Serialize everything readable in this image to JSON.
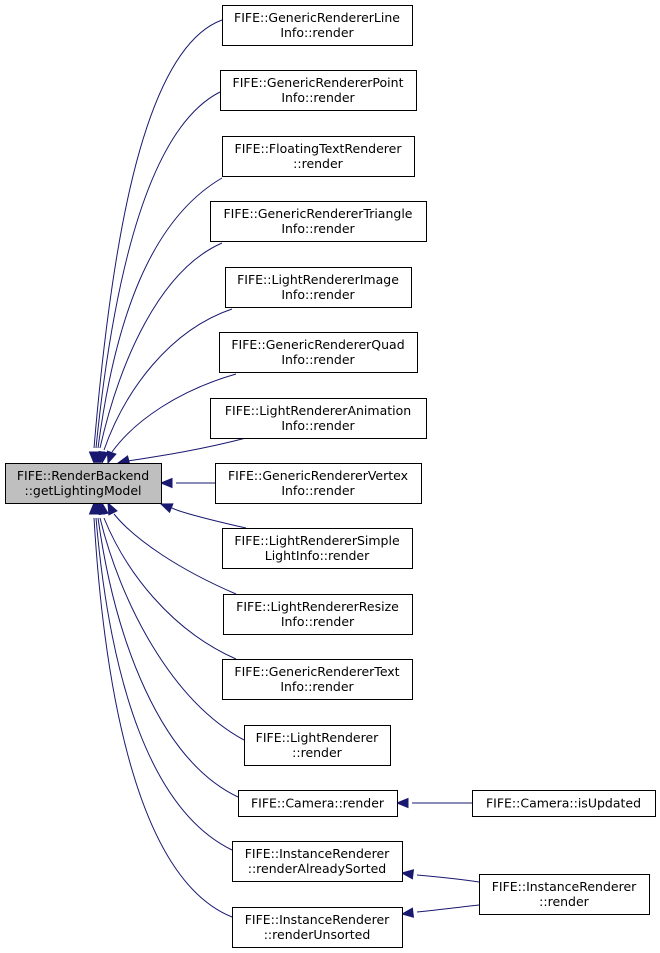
{
  "graph": {
    "nodes": [
      {
        "id": "root",
        "lines": [
          "FIFE::RenderBackend",
          "::getLightingModel"
        ],
        "root": true
      },
      {
        "id": "n1",
        "lines": [
          "FIFE::GenericRendererLine",
          "Info::render"
        ]
      },
      {
        "id": "n2",
        "lines": [
          "FIFE::GenericRendererPoint",
          "Info::render"
        ]
      },
      {
        "id": "n3",
        "lines": [
          "FIFE::FloatingTextRenderer",
          "::render"
        ]
      },
      {
        "id": "n4",
        "lines": [
          "FIFE::GenericRendererTriangle",
          "Info::render"
        ]
      },
      {
        "id": "n5",
        "lines": [
          "FIFE::LightRendererImage",
          "Info::render"
        ]
      },
      {
        "id": "n6",
        "lines": [
          "FIFE::GenericRendererQuad",
          "Info::render"
        ]
      },
      {
        "id": "n7",
        "lines": [
          "FIFE::LightRendererAnimation",
          "Info::render"
        ]
      },
      {
        "id": "n8",
        "lines": [
          "FIFE::GenericRendererVertex",
          "Info::render"
        ]
      },
      {
        "id": "n9",
        "lines": [
          "FIFE::LightRendererSimple",
          "LightInfo::render"
        ]
      },
      {
        "id": "n10",
        "lines": [
          "FIFE::LightRendererResize",
          "Info::render"
        ]
      },
      {
        "id": "n11",
        "lines": [
          "FIFE::GenericRendererText",
          "Info::render"
        ]
      },
      {
        "id": "n12",
        "lines": [
          "FIFE::LightRenderer",
          "::render"
        ]
      },
      {
        "id": "n13",
        "lines": [
          "FIFE::Camera::render"
        ]
      },
      {
        "id": "n14",
        "lines": [
          "FIFE::InstanceRenderer",
          "::renderAlreadySorted"
        ]
      },
      {
        "id": "n15",
        "lines": [
          "FIFE::InstanceRenderer",
          "::renderUnsorted"
        ]
      },
      {
        "id": "n16",
        "lines": [
          "FIFE::Camera::isUpdated"
        ]
      },
      {
        "id": "n17",
        "lines": [
          "FIFE::InstanceRenderer",
          "::render"
        ]
      }
    ],
    "edges": [
      {
        "from": "n1",
        "to": "root"
      },
      {
        "from": "n2",
        "to": "root"
      },
      {
        "from": "n3",
        "to": "root"
      },
      {
        "from": "n4",
        "to": "root"
      },
      {
        "from": "n5",
        "to": "root"
      },
      {
        "from": "n6",
        "to": "root"
      },
      {
        "from": "n7",
        "to": "root"
      },
      {
        "from": "n8",
        "to": "root"
      },
      {
        "from": "n9",
        "to": "root"
      },
      {
        "from": "n10",
        "to": "root"
      },
      {
        "from": "n11",
        "to": "root"
      },
      {
        "from": "n12",
        "to": "root"
      },
      {
        "from": "n13",
        "to": "root"
      },
      {
        "from": "n14",
        "to": "root"
      },
      {
        "from": "n15",
        "to": "root"
      },
      {
        "from": "n16",
        "to": "n13"
      },
      {
        "from": "n17",
        "to": "n14"
      },
      {
        "from": "n17",
        "to": "n15"
      }
    ],
    "colors": {
      "edge": "#191970",
      "root_fill": "#bfbfbf",
      "node_fill": "#ffffff",
      "border": "#000000"
    }
  }
}
